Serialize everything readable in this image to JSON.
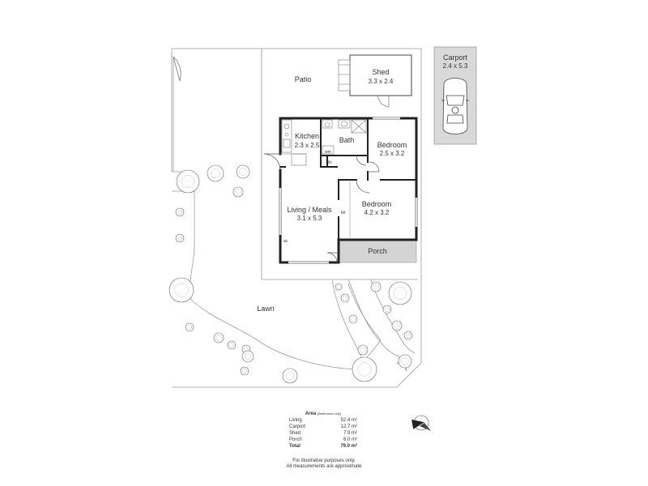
{
  "rooms": {
    "shed": {
      "name": "Shed",
      "dims": "3.3 x 2.4"
    },
    "carport": {
      "name": "Carport",
      "dims": "2.4 x 5.3"
    },
    "kitchen": {
      "name": "Kitchen",
      "dims": "2.3 x 2.5"
    },
    "bath": {
      "name": "Bath"
    },
    "bedroom1": {
      "name": "Bedroom",
      "dims": "2.5 x 3.2"
    },
    "bedroom2": {
      "name": "Bedroom",
      "dims": "4.2 x 3.2"
    },
    "living": {
      "name": "Living / Meals",
      "dims": "3.1 x 5.3"
    },
    "porch": {
      "name": "Porch"
    },
    "patio": {
      "name": "Patio"
    },
    "lawn": {
      "name": "Lawn"
    }
  },
  "fixtures": {
    "wm": "wm",
    "linen": "l/c",
    "robe": "b/r",
    "ac": "ac"
  },
  "area_table": {
    "title": "Area",
    "subtitle": "(Bedrooms only)",
    "rows": [
      {
        "label": "Living",
        "value": "52.4 m²"
      },
      {
        "label": "Carport",
        "value": "12.7 m²"
      },
      {
        "label": "Shed",
        "value": "7.9 m²"
      },
      {
        "label": "Porch",
        "value": "6.0 m²"
      }
    ],
    "total": {
      "label": "Total",
      "value": "79.0 m²"
    }
  },
  "disclaimer": {
    "line1": "For illustrative purposes only.",
    "line2": "All measurements are approximate"
  },
  "colors": {
    "wall": "#222222",
    "thin_line": "#8a8a8a",
    "porch_fill": "#d4d4d4",
    "carport_fill": "#d9d9d9"
  }
}
